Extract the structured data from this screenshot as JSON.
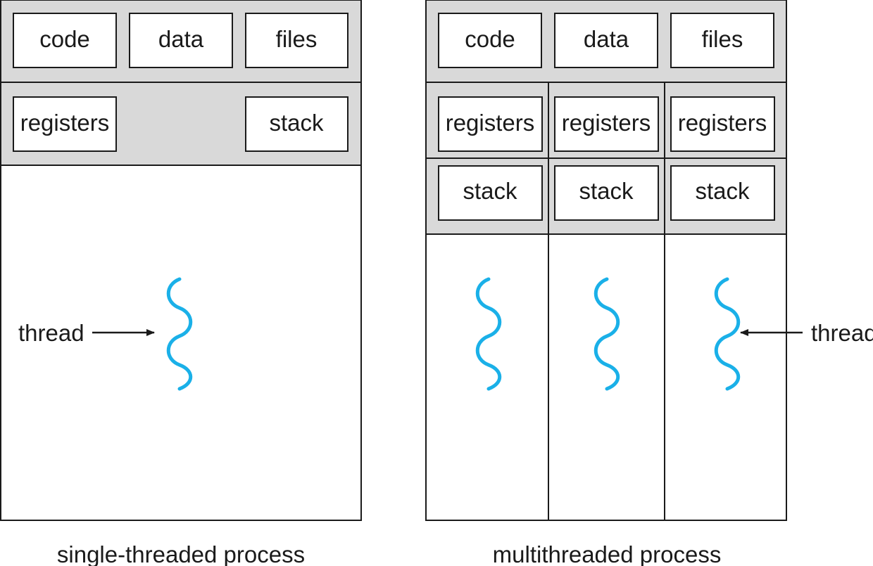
{
  "colors": {
    "thread": "#1ab0e8",
    "band": "#d9d9d9",
    "line": "#1a1a1a"
  },
  "single": {
    "shared": {
      "code": "code",
      "data": "data",
      "files": "files"
    },
    "registers": "registers",
    "stack": "stack",
    "thread_label": "thread",
    "caption": "single-threaded process"
  },
  "multi": {
    "shared": {
      "code": "code",
      "data": "data",
      "files": "files"
    },
    "threads": [
      {
        "registers": "registers",
        "stack": "stack"
      },
      {
        "registers": "registers",
        "stack": "stack"
      },
      {
        "registers": "registers",
        "stack": "stack"
      }
    ],
    "thread_label": "thread",
    "caption": "multithreaded process"
  }
}
